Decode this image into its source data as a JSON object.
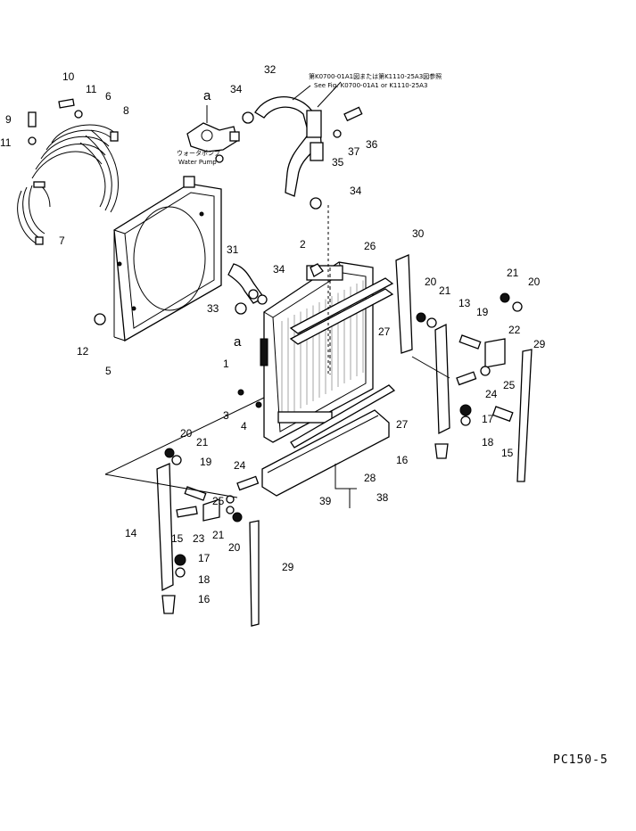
{
  "drawing_code": "PC150-5",
  "notes": {
    "see_fig_jp": "第K0700-01A1図または第K1110-25A3図参照",
    "see_fig_en": "See Fig. K0700-01A1 or K1110-25A3",
    "water_pump_jp": "ウォータポンプ",
    "water_pump_en": "Water Pump",
    "ref_a_top": "a",
    "ref_a_bottom": "a"
  },
  "callouts": [
    {
      "id": "c10",
      "text": "10"
    },
    {
      "id": "c11a",
      "text": "11"
    },
    {
      "id": "c6",
      "text": "6"
    },
    {
      "id": "c8",
      "text": "8"
    },
    {
      "id": "c9",
      "text": "9"
    },
    {
      "id": "c11b",
      "text": "11"
    },
    {
      "id": "c7",
      "text": "7"
    },
    {
      "id": "c32",
      "text": "32"
    },
    {
      "id": "c34a",
      "text": "34"
    },
    {
      "id": "c36",
      "text": "36"
    },
    {
      "id": "c37",
      "text": "37"
    },
    {
      "id": "c35",
      "text": "35"
    },
    {
      "id": "c34b",
      "text": "34"
    },
    {
      "id": "c31",
      "text": "31"
    },
    {
      "id": "c34c",
      "text": "34"
    },
    {
      "id": "c2",
      "text": "2"
    },
    {
      "id": "c33",
      "text": "33"
    },
    {
      "id": "c12",
      "text": "12"
    },
    {
      "id": "c5",
      "text": "5"
    },
    {
      "id": "c1",
      "text": "1"
    },
    {
      "id": "c3",
      "text": "3"
    },
    {
      "id": "c4",
      "text": "4"
    },
    {
      "id": "c26",
      "text": "26"
    },
    {
      "id": "c30",
      "text": "30"
    },
    {
      "id": "c27a",
      "text": "27"
    },
    {
      "id": "c27b",
      "text": "27"
    },
    {
      "id": "c20a",
      "text": "20"
    },
    {
      "id": "c21a",
      "text": "21"
    },
    {
      "id": "c13",
      "text": "13"
    },
    {
      "id": "c19a",
      "text": "19"
    },
    {
      "id": "c21b",
      "text": "21"
    },
    {
      "id": "c20b",
      "text": "20"
    },
    {
      "id": "c22",
      "text": "22"
    },
    {
      "id": "c29a",
      "text": "29"
    },
    {
      "id": "c25a",
      "text": "25"
    },
    {
      "id": "c24a",
      "text": "24"
    },
    {
      "id": "c17a",
      "text": "17"
    },
    {
      "id": "c18a",
      "text": "18"
    },
    {
      "id": "c15a",
      "text": "15"
    },
    {
      "id": "c16a",
      "text": "16"
    },
    {
      "id": "c28",
      "text": "28"
    },
    {
      "id": "c39",
      "text": "39"
    },
    {
      "id": "c38",
      "text": "38"
    },
    {
      "id": "c20c",
      "text": "20"
    },
    {
      "id": "c21c",
      "text": "21"
    },
    {
      "id": "c19b",
      "text": "19"
    },
    {
      "id": "c24b",
      "text": "24"
    },
    {
      "id": "c25b",
      "text": "25"
    },
    {
      "id": "c14",
      "text": "14"
    },
    {
      "id": "c15b",
      "text": "15"
    },
    {
      "id": "c23",
      "text": "23"
    },
    {
      "id": "c21d",
      "text": "21"
    },
    {
      "id": "c20d",
      "text": "20"
    },
    {
      "id": "c17b",
      "text": "17"
    },
    {
      "id": "c18b",
      "text": "18"
    },
    {
      "id": "c16b",
      "text": "16"
    },
    {
      "id": "c29b",
      "text": "29"
    }
  ]
}
